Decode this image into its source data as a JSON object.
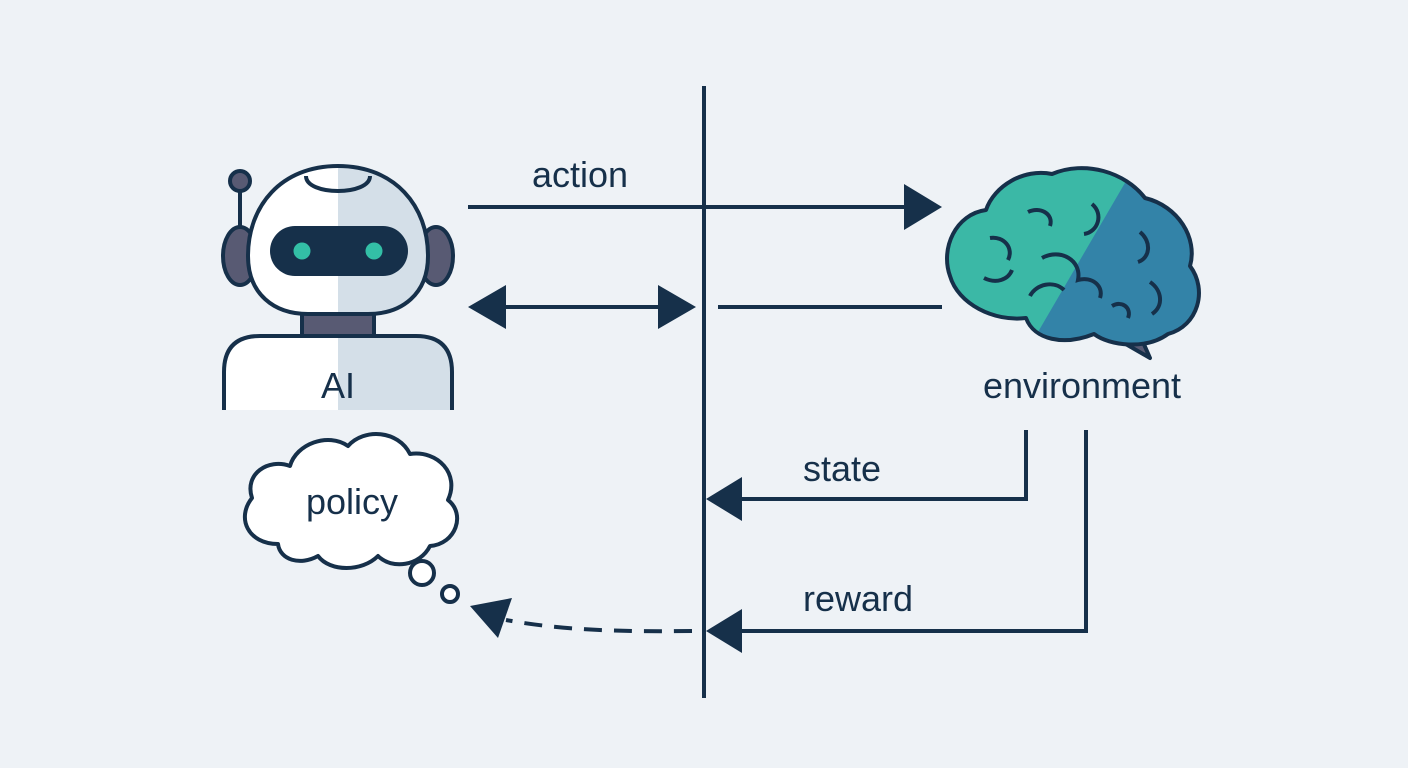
{
  "agent": {
    "label": "AI",
    "thought": "policy"
  },
  "environment": {
    "label": "environment"
  },
  "flows": {
    "action": "action",
    "state": "state",
    "reward": "reward"
  },
  "icons": {
    "agent": "robot-icon",
    "environment": "brain-icon",
    "thought": "thought-bubble-icon"
  },
  "colors": {
    "line": "#16304a",
    "background": "#eef2f6",
    "brain_teal": "#3bb8a6",
    "brain_blue": "#3383a8",
    "robot_body": "#ffffff",
    "robot_shade": "#d4dfe8",
    "robot_visor": "#16304a",
    "robot_eyes": "#33bfa6",
    "robot_ears": "#585a73"
  }
}
